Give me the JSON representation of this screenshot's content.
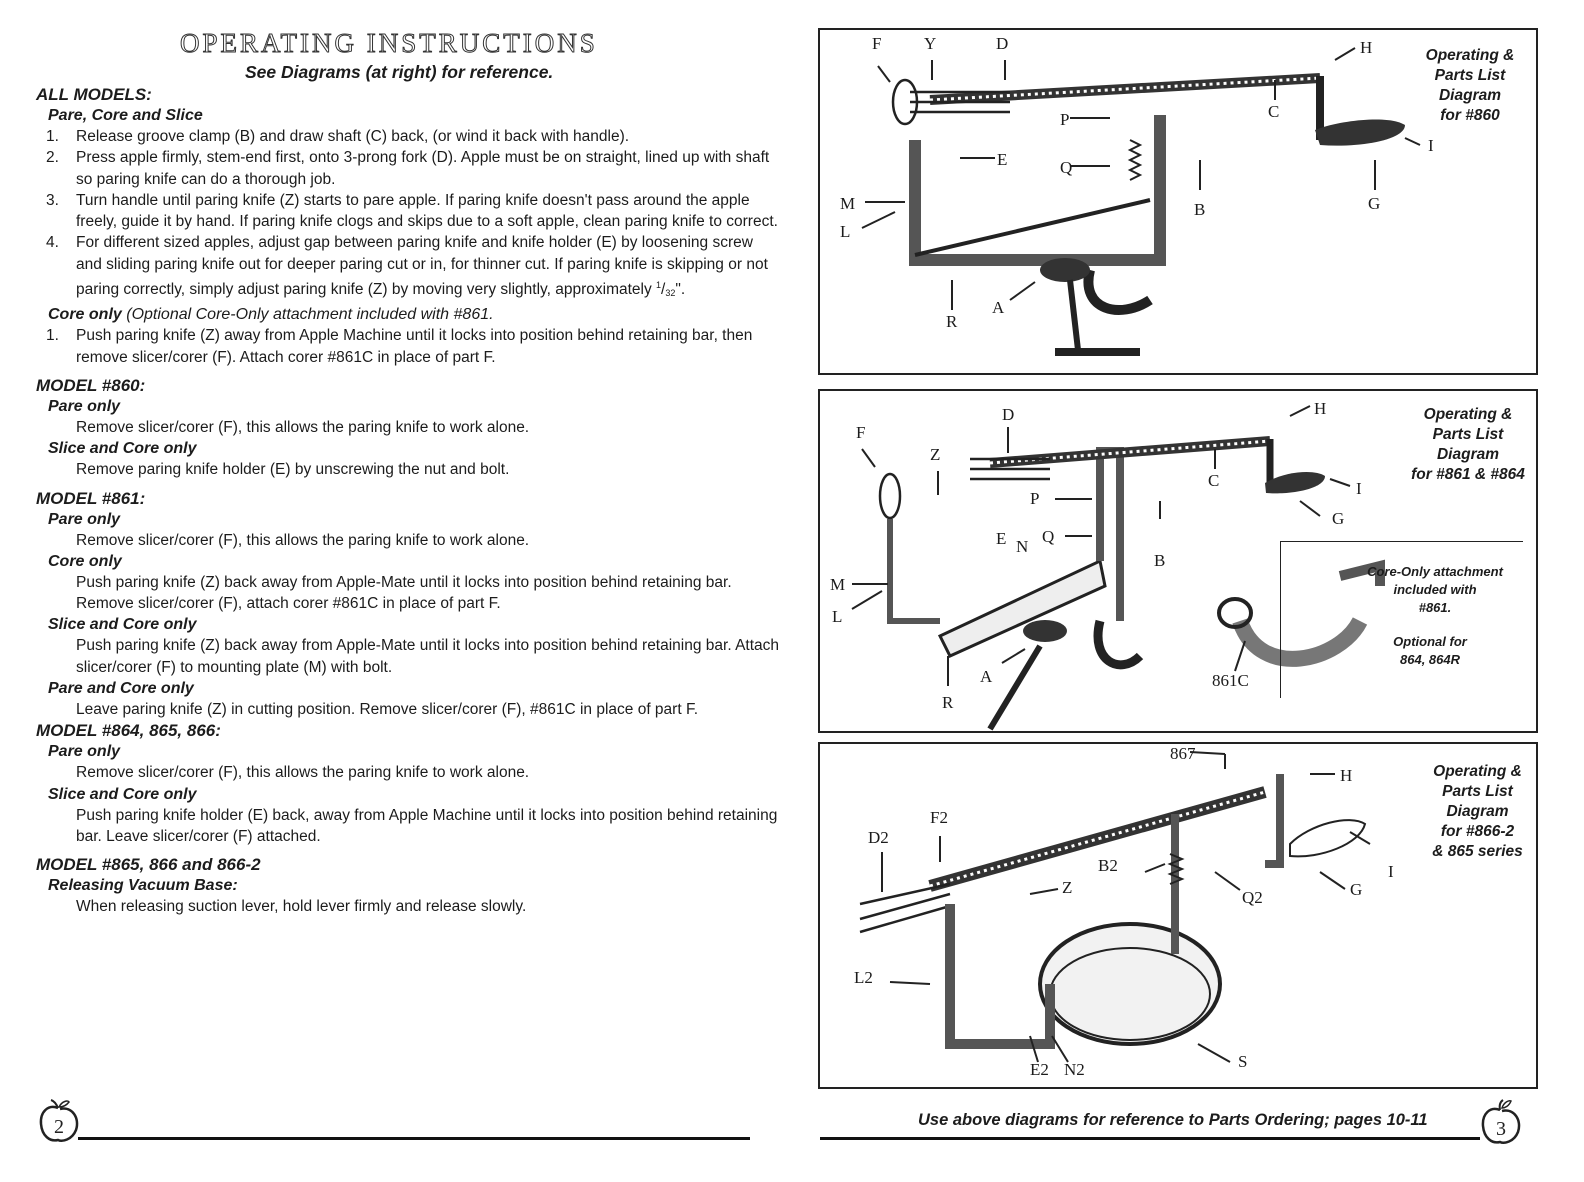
{
  "left_page": {
    "title": "OPERATING INSTRUCTIONS",
    "subtitle": "See Diagrams (at right) for reference.",
    "sections": {
      "all_models": {
        "heading": "ALL MODELS:",
        "pare_core_slice": {
          "heading": "Pare, Core and Slice",
          "steps": [
            "Release groove clamp (B) and draw shaft (C) back, (or wind it back with handle).",
            "Press apple firmly, stem-end first, onto 3-prong fork (D). Apple must be on straight, lined up with shaft so paring knife can do a thorough job.",
            "Turn handle until paring knife (Z) starts to pare apple. If paring knife doesn't pass around the apple freely, guide it by hand. If paring knife clogs and skips due to a soft apple, clean paring knife to correct.",
            "For different sized apples, adjust gap between paring knife and knife holder (E) by loosening screw and sliding paring knife out for deeper paring cut or in, for thinner cut. If paring knife is skipping or not paring correctly, simply adjust paring knife (Z) by moving very slightly, approximately"
          ],
          "fraction_num": "1",
          "fraction_den": "32",
          "fraction_suffix": "\"."
        },
        "core_only": {
          "heading": "Core only",
          "note": "(Optional Core-Only attachment included with #861.",
          "steps": [
            "Push paring knife (Z) away from Apple Machine until it locks into position behind retaining bar, then remove slicer/corer (F). Attach corer #861C in place of part F."
          ]
        }
      },
      "model_860": {
        "heading": "MODEL #860:",
        "pare_only": {
          "heading": "Pare only",
          "text": "Remove slicer/corer (F), this allows the paring knife to work alone."
        },
        "slice_core_only": {
          "heading": "Slice and Core only",
          "text": "Remove paring knife holder (E) by unscrewing the nut and bolt."
        }
      },
      "model_861": {
        "heading": "MODEL #861:",
        "pare_only": {
          "heading": "Pare only",
          "text": "Remove slicer/corer (F), this allows the paring knife to work alone."
        },
        "core_only": {
          "heading": "Core only",
          "text": "Push paring knife (Z) back away from Apple-Mate until it locks into position behind retaining bar. Remove slicer/corer (F), attach corer #861C in place of part F."
        },
        "slice_core_only": {
          "heading": "Slice and Core only",
          "text": "Push paring knife (Z) back away from Apple-Mate until it locks into position behind retaining bar. Attach slicer/corer (F) to mounting plate (M) with bolt."
        },
        "pare_core_only": {
          "heading": "Pare and Core only",
          "text": "Leave paring knife (Z) in cutting position. Remove slicer/corer (F), #861C in place of part F."
        }
      },
      "model_864": {
        "heading": "MODEL #864, 865, 866:",
        "pare_only": {
          "heading": "Pare only",
          "text": "Remove slicer/corer (F), this allows the paring knife to work alone."
        },
        "slice_core_only": {
          "heading": "Slice and Core only",
          "text": "Push paring knife holder (E) back, away from Apple Machine until it locks into position behind retaining bar. Leave slicer/corer (F) attached."
        }
      },
      "model_865": {
        "heading": "MODEL #865, 866 and 866-2",
        "vacuum": {
          "heading": "Releasing Vacuum Base:",
          "text": "When releasing suction lever, hold lever firmly and release slowly."
        }
      }
    },
    "page_number": "2"
  },
  "right_page": {
    "diagram1": {
      "label_lines": [
        "Operating &",
        "Parts List",
        "Diagram",
        "for #860"
      ],
      "callouts": [
        "F",
        "Y",
        "D",
        "H",
        "C",
        "I",
        "P",
        "Q",
        "E",
        "M",
        "L",
        "B",
        "G",
        "A",
        "R"
      ]
    },
    "diagram2": {
      "label_lines": [
        "Operating &",
        "Parts List",
        "Diagram",
        "for #861 & #864"
      ],
      "callouts": [
        "D",
        "H",
        "F",
        "Z",
        "C",
        "I",
        "P",
        "G",
        "E",
        "N",
        "Q",
        "B",
        "M",
        "L",
        "A",
        "R",
        "861C"
      ],
      "inset": {
        "lines": [
          "Core-Only attachment",
          "included with",
          "#861."
        ],
        "optional_lines": [
          "Optional for",
          "864, 864R"
        ]
      }
    },
    "diagram3": {
      "label_lines": [
        "Operating &",
        "Parts List",
        "Diagram",
        "for #866-2",
        "& 865 series"
      ],
      "callouts": [
        "867",
        "H",
        "F2",
        "D2",
        "I",
        "B2",
        "Z",
        "Q2",
        "G",
        "L2",
        "E2",
        "N2",
        "S"
      ]
    },
    "footer": "Use above diagrams for reference to Parts Ordering; pages 10-11",
    "page_number": "3"
  }
}
